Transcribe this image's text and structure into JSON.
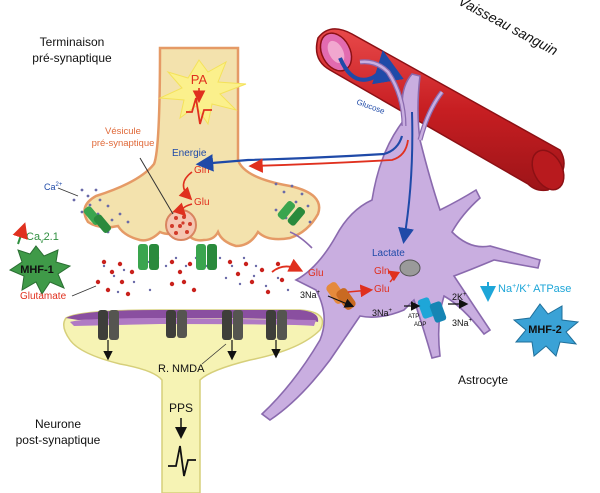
{
  "labels": {
    "presynaptic_line1": "Terminaison",
    "presynaptic_line2": "pré-synaptique",
    "postsynaptic_line1": "Neurone",
    "postsynaptic_line2": "post-synaptique",
    "pa": "PA",
    "pps": "PPS",
    "vesicle_line1": "Vésicule",
    "vesicle_line2": "pré-synaptique",
    "energie": "Energie",
    "gln_pre": "Gln",
    "glu_pre": "Glu",
    "calcium": "Ca",
    "calcium_sup": "2+",
    "cav_main": "Ca",
    "cav_sub": "v",
    "cav_rest": "2.1",
    "mhf1": "MHF-1",
    "glutamate": "Glutamate",
    "nmda": "R. NMDA",
    "vessel": "Vaisseau sanguin",
    "glucose": "Glucose",
    "lactate": "Lactate",
    "glu_cleft": "Glu",
    "gln_astro": "Gln",
    "glu_astro": "Glu",
    "na3_left": "3Na",
    "na3_mid": "3Na",
    "na3_right": "3Na",
    "k2": "2K",
    "atp": "ATP",
    "adp": "ADP",
    "plus": "+",
    "atpase_pre": "Na",
    "atpase_mid": "/K",
    "atpase_post": " ATPase",
    "mhf2": "MHF-2",
    "astrocyte": "Astrocyte"
  },
  "colors": {
    "presynaptic_fill": "#f3e2ad",
    "postsynaptic_fill": "#f6f3b4",
    "astrocyte_fill": "#c9aee0",
    "vessel": "#d3272a",
    "pa_star": "#fbf08c",
    "mhf": "#3f9a48",
    "channel": "#3aa54e",
    "nmda": "#3e3e3a",
    "red_text": "#e0301e",
    "blue_text": "#1f4aa8",
    "cyan_text": "#1ea6d8"
  }
}
